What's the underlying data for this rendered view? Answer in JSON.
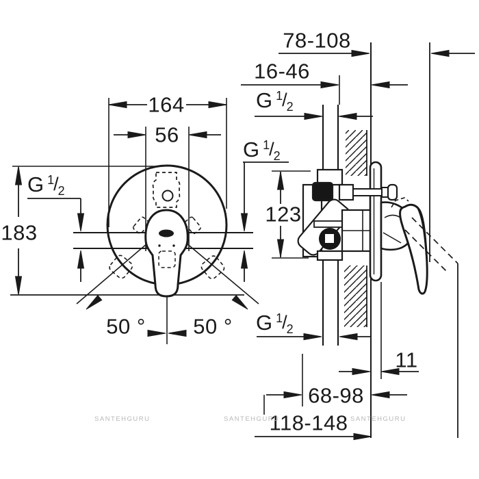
{
  "dimensions": {
    "plate_diameter": "164",
    "cap_width": "56",
    "total_height": "183",
    "swing_angle_left": "50 °",
    "swing_angle_right": "50 °",
    "depth_range_total": "78-108",
    "depth_range_box": "16-46",
    "port_distance": "123",
    "plate_front_offset": "11",
    "body_depth_range": "68-98",
    "overall_depth_range": "118-148"
  },
  "thread": {
    "base": "G",
    "sup": "1",
    "slash": "/",
    "sub": "2"
  },
  "watermark": {
    "text": "SANTEHGURU"
  },
  "colors": {
    "line": "#1a1a1a",
    "watermark": "#b5b8b5"
  }
}
